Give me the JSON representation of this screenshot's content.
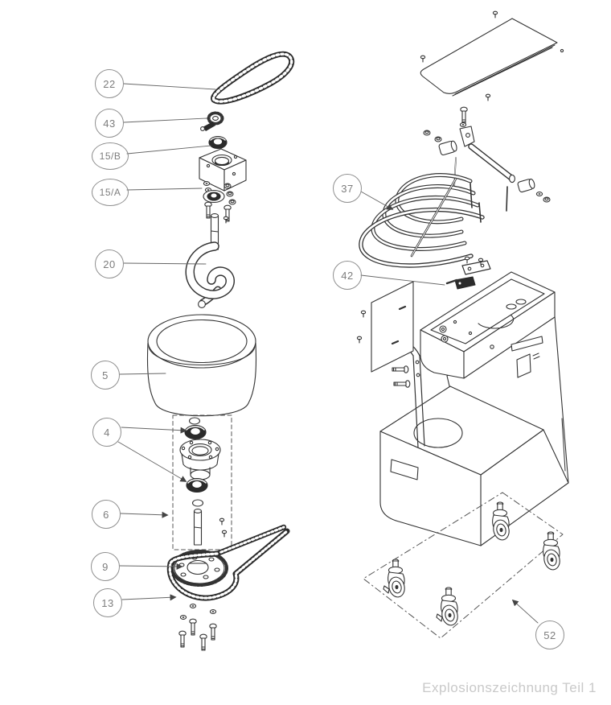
{
  "figure": {
    "kind": "exploded-view technical drawing",
    "caption": "Explosionszeichnung Teil 1"
  },
  "callouts": [
    {
      "label": "22"
    },
    {
      "label": "43"
    },
    {
      "label": "15/B"
    },
    {
      "label": "15/A"
    },
    {
      "label": "20"
    },
    {
      "label": "5"
    },
    {
      "label": "4"
    },
    {
      "label": "6"
    },
    {
      "label": "9"
    },
    {
      "label": "13"
    },
    {
      "label": "37"
    },
    {
      "label": "42"
    },
    {
      "label": "52"
    }
  ],
  "colors": {
    "background": "#ffffff",
    "line": "#333333",
    "dark_parts": "#2b2b2b",
    "callout_stroke": "#8f8f8f",
    "caption_text": "#c9c9c9"
  }
}
